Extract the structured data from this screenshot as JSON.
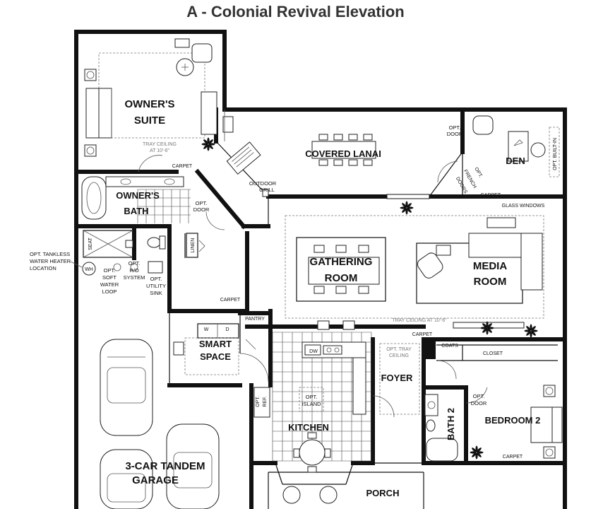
{
  "title": "A - Colonial Revival Elevation",
  "rooms": {
    "owners_suite": [
      "OWNER'S",
      "SUITE"
    ],
    "covered_lanai": "COVERED LANAI",
    "den": "DEN",
    "owners_bath": [
      "OWNER'S",
      "BATH"
    ],
    "gathering_room": [
      "GATHERING",
      "ROOM"
    ],
    "media_room": [
      "MEDIA",
      "ROOM"
    ],
    "smart_space": [
      "SMART",
      "SPACE"
    ],
    "kitchen": "KITCHEN",
    "foyer": "FOYER",
    "bath_2": "BATH 2",
    "bedroom_2": "BEDROOM 2",
    "garage": [
      "3-CAR TANDEM",
      "GARAGE"
    ],
    "porch": "PORCH"
  },
  "notes": {
    "tray_ceiling_suite": [
      "TRAY CEILING",
      "AT 10'-6\""
    ],
    "carpet": "CARPET",
    "opt_door": [
      "OPT.",
      "DOOR"
    ],
    "outdoor_grill": [
      "OUTDOOR",
      "GRILL"
    ],
    "opt_french_doors": [
      "OPT.",
      "FRENCH",
      "DOORS"
    ],
    "opt_built_in": "OPT. BUILT-IN",
    "glass_windows": "GLASS WINDOWS",
    "seat": "SEAT",
    "linen": "LINEN",
    "opt_tankless": [
      "OPT. TANKLESS",
      "WATER HEATER",
      "LOCATION"
    ],
    "wh": "WH",
    "opt_soft_water": [
      "OPT.",
      "SOFT",
      "WATER",
      "LOOP"
    ],
    "opt_ro": [
      "OPT.",
      "R/O",
      "SYSTEM"
    ],
    "opt_utility_sink": [
      "OPT.",
      "UTILITY",
      "SINK"
    ],
    "tray_ceiling_gathering": "TRAY CEILING AT 10'-6\"",
    "pantry": "PANTRY",
    "washer": "W",
    "dryer": "D",
    "dw": "DW",
    "opt_ref": [
      "OPT.",
      "REF."
    ],
    "opt_island": [
      "OPT.",
      "ISLAND"
    ],
    "opt_tray_ceiling": [
      "OPT. TRAY",
      "CEILING"
    ],
    "coats": "COATS",
    "closet": "CLOSET",
    "opt_door_bed": [
      "OPT.",
      "DOOR"
    ]
  },
  "colors": {
    "wall": "#111111",
    "title": "#333333",
    "ceiling_note": "#777777"
  }
}
